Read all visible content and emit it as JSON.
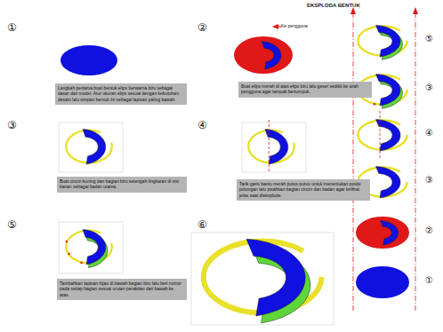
{
  "diagram": {
    "title": "EKSPLODA BENTUK",
    "nodes": [
      {
        "text": [
          "Langkah pertama buat bentuk elips berwarna biru sebagai dasar dari model. Atur ukuran elips sesuai dengan kebutuhan desain lalu simpan bentuk ini sebagai lapisan paling bawah."
        ]
      },
      {
        "text": [
          "Buat elips merah di atas elips biru lalu geser sedikit ke arah pengguna agar tampak bertumpuk."
        ]
      },
      {
        "text": [
          "Buat cincin kuning dan bagian biru setengah lingkaran di sisi kanan sebagai badan utama."
        ]
      },
      {
        "text": [
          "Tarik garis bantu merah putus-putus untuk menentukan posisi potongan lalu pisahkan bagian cincin dan badan agar terlihat jelas saat dieksplode."
        ]
      },
      {
        "text": [
          "Tambahkan lapisan hijau di bawah bagian biru lalu beri nomor pada setiap bagian sesuai urutan perakitan dari bawah ke atas."
        ]
      }
    ],
    "labels": [
      "①",
      "②",
      "③",
      "④",
      "⑤",
      "⑥",
      "Ke pengguna",
      "⑤",
      "③",
      "④",
      "③",
      "②",
      "①"
    ]
  }
}
